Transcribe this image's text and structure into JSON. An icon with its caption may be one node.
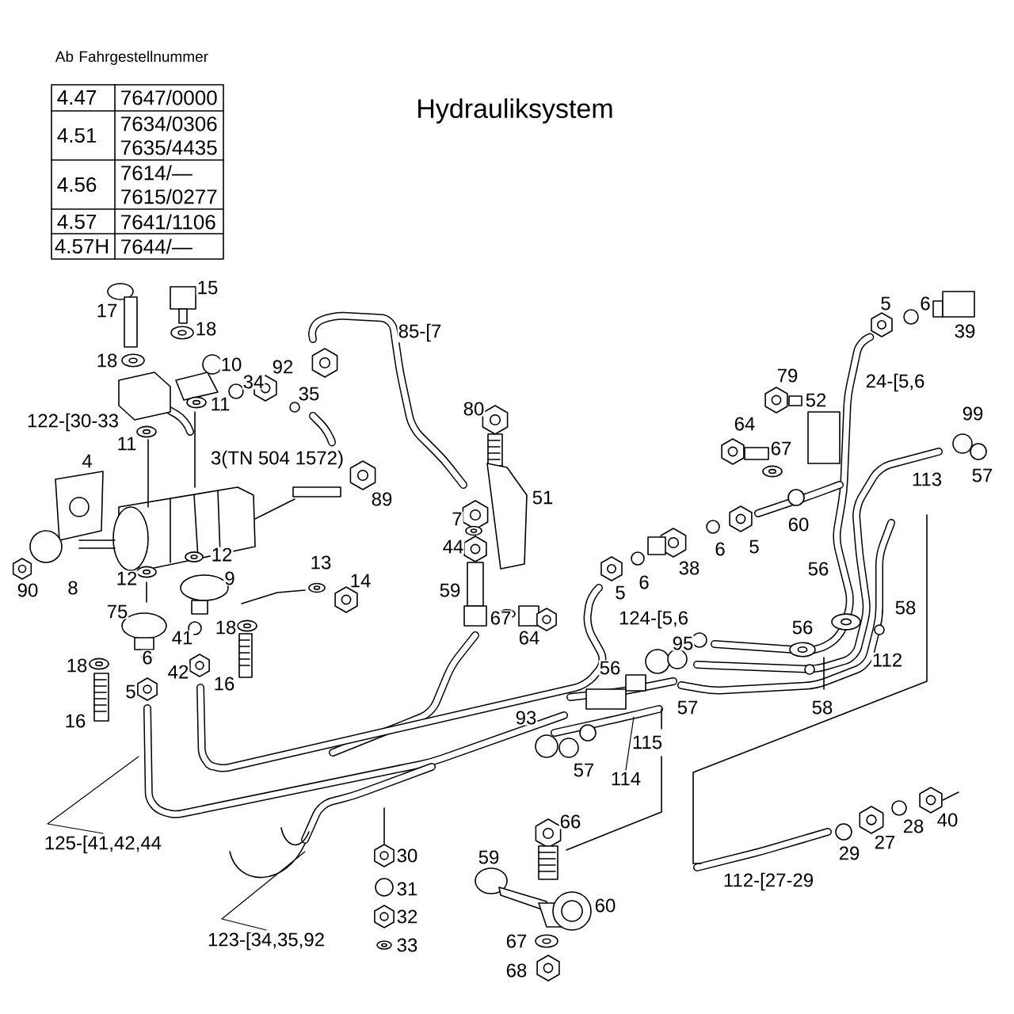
{
  "diagram": {
    "title": "Hydrauliksystem",
    "nodes": [
      {
        "text": [
          "125-[41,42,44"
        ]
      },
      {
        "text": [
          "123-[34,35,92"
        ]
      },
      {
        "text": [
          "114"
        ]
      }
    ],
    "edges": [
      {
        "from": 0,
        "to": null,
        "arrow": "none"
      },
      {
        "from": 1,
        "to": null,
        "arrow": "none"
      },
      {
        "from": 2,
        "to": null,
        "arrow": "none"
      }
    ],
    "labels": [
      "Ab Fahrgestellnummer",
      "4.47",
      "7647/0000",
      "4.51",
      "7634/0306 7635/4435",
      "4.56",
      "7614/— 7615/0277",
      "4.57",
      "7641/1106",
      "4.57H",
      "7644/—",
      "17",
      "15",
      "18",
      "18",
      "10",
      "34",
      "92",
      "35",
      "11",
      "122-[30-33",
      "11",
      "4",
      "3(TN 504 1572)",
      "89",
      "12",
      "12",
      "9",
      "90",
      "8",
      "13",
      "14",
      "75",
      "18",
      "41",
      "6",
      "18",
      "42",
      "5",
      "16",
      "16",
      "85-[7",
      "80",
      "51",
      "7",
      "44",
      "59",
      "67",
      "64",
      "5",
      "6",
      "38",
      "6",
      "5",
      "60",
      "56",
      "58",
      "124-[5,6",
      "5",
      "6",
      "39",
      "79",
      "52",
      "24-[5,6",
      "64",
      "67",
      "99",
      "113",
      "57",
      "56",
      "95",
      "112",
      "56",
      "57",
      "58",
      "93",
      "115",
      "57",
      "66",
      "59",
      "60",
      "67",
      "68",
      "30",
      "31",
      "32",
      "33",
      "112-[27-29",
      "29",
      "27",
      "28",
      "40"
    ]
  }
}
